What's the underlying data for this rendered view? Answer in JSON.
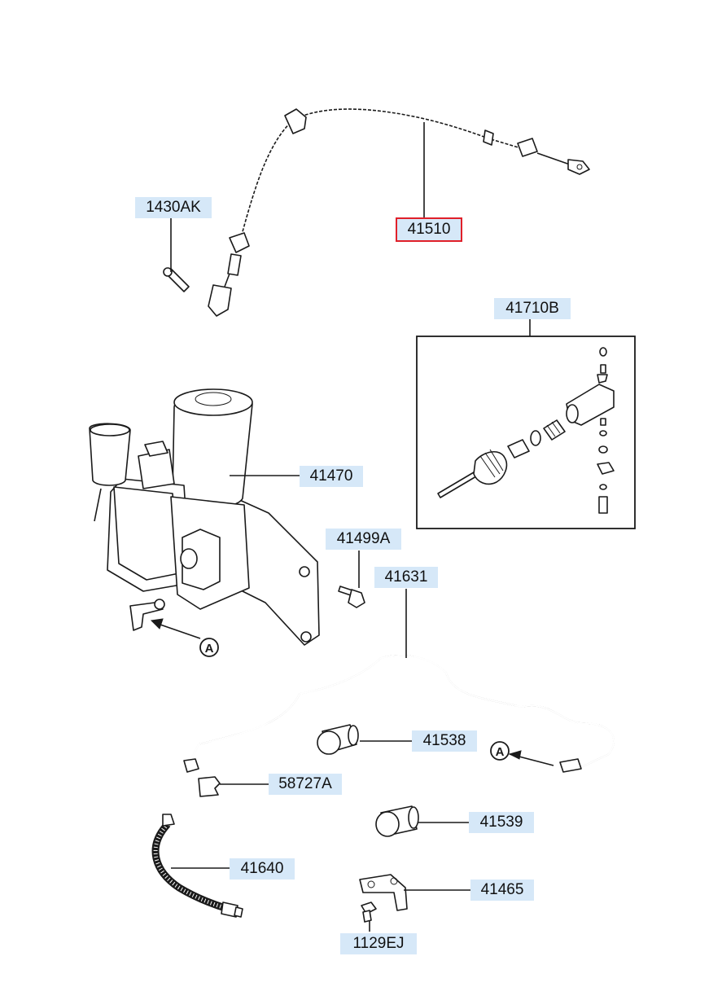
{
  "parts": [
    {
      "id": "41510",
      "selected": true
    },
    {
      "id": "1430AK"
    },
    {
      "id": "41710B"
    },
    {
      "id": "41470"
    },
    {
      "id": "41499A"
    },
    {
      "id": "41631"
    },
    {
      "id": "41538"
    },
    {
      "id": "58727A"
    },
    {
      "id": "41539"
    },
    {
      "id": "41640"
    },
    {
      "id": "41465"
    },
    {
      "id": "1129EJ"
    }
  ],
  "callouts": {
    "connection_letter": "A"
  }
}
